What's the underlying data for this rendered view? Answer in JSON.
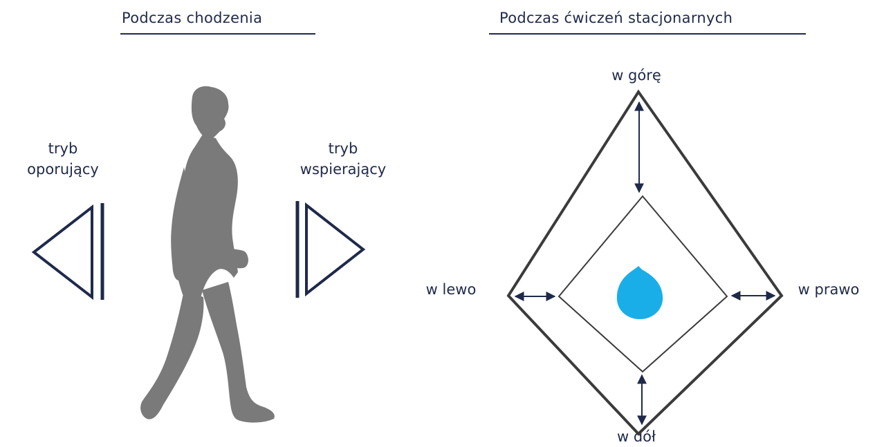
{
  "left_panel": {
    "title": "Podczas chodzenia",
    "resistive_mode": {
      "line1": "tryb",
      "line2": "oporujący"
    },
    "assistive_mode": {
      "line1": "tryb",
      "line2": "wspierający"
    }
  },
  "right_panel": {
    "title": "Podczas ćwiczeń stacjonarnych",
    "up": "w górę",
    "down": "w dół",
    "left": "w lewo",
    "right": "w prawo"
  },
  "colors": {
    "navy": "#1f2a4a",
    "figure": "#7a7a7a",
    "drop": "#1aaee8"
  }
}
